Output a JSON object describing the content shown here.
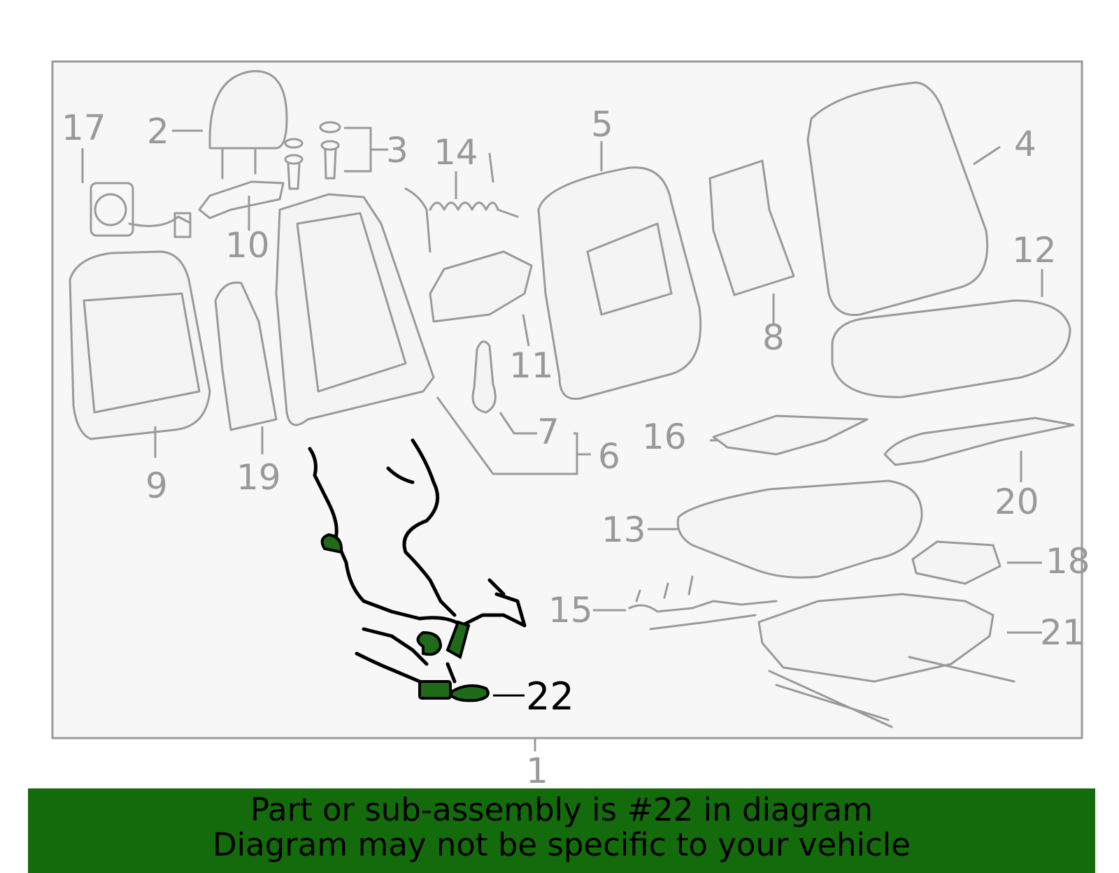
{
  "callouts": {
    "c1": "1",
    "c2": "2",
    "c3": "3",
    "c4": "4",
    "c5": "5",
    "c6": "6",
    "c7": "7",
    "c8": "8",
    "c9": "9",
    "c10": "10",
    "c11": "11",
    "c12": "12",
    "c13": "13",
    "c14": "14",
    "c15": "15",
    "c16": "16",
    "c17": "17",
    "c18": "18",
    "c19": "19",
    "c20": "20",
    "c21": "21",
    "c22": "22"
  },
  "highlighted_part": "22",
  "banner": {
    "line1": "Part or sub-assembly is #22 in diagram",
    "line2": "Diagram may not be specific to your vehicle"
  },
  "colors": {
    "banner_bg": "#146b0c",
    "highlight": "#1f6b1a",
    "parts_gray": "#9a9a9a"
  }
}
